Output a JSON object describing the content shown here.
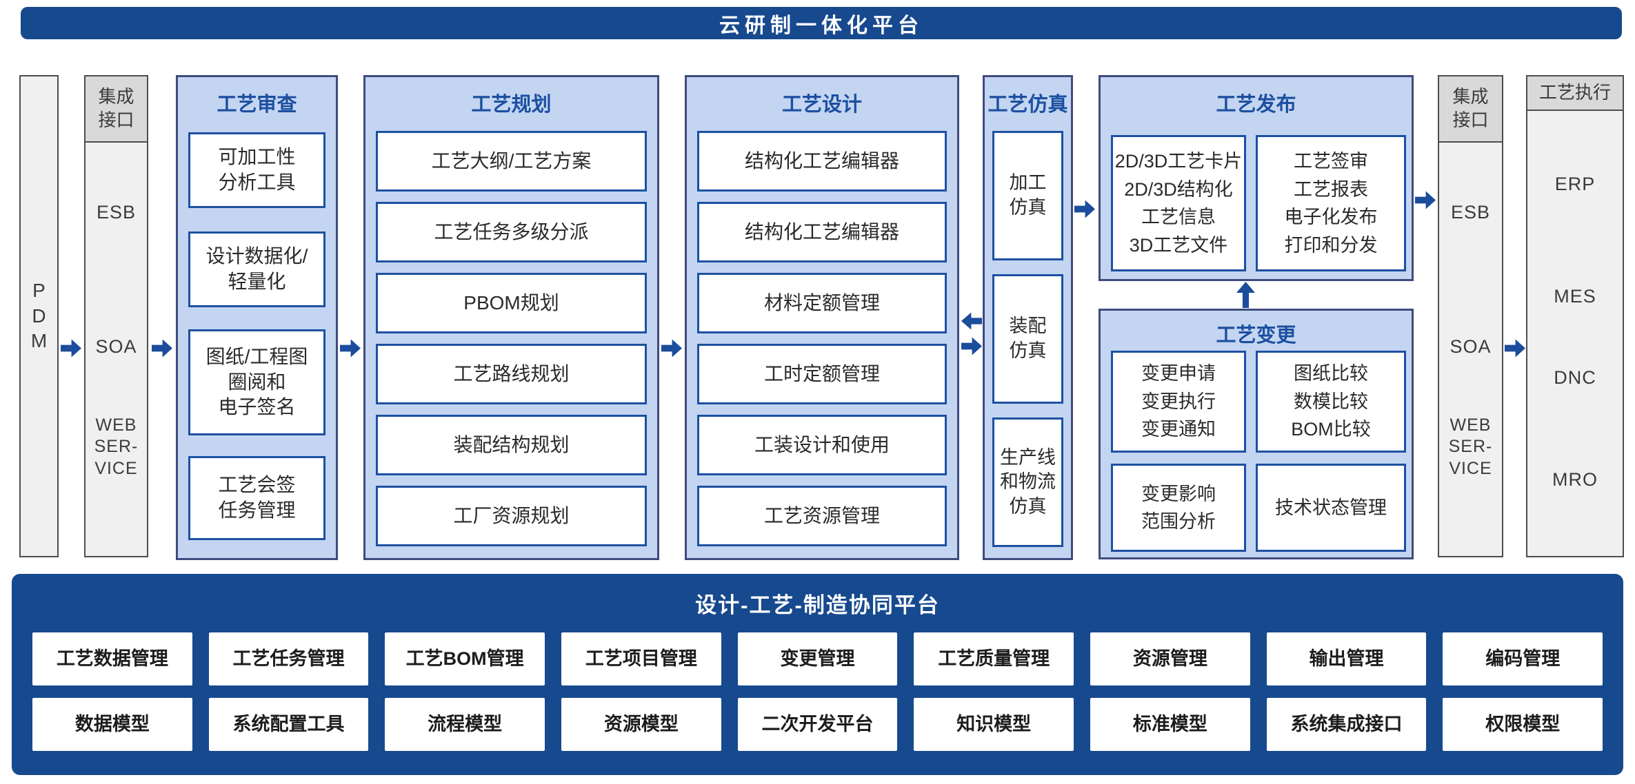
{
  "top_banner": {
    "title": "云研制一体化平台"
  },
  "pdm": {
    "label": [
      "P",
      "D",
      "M"
    ]
  },
  "integration_left": {
    "header": [
      "集成",
      "接口"
    ],
    "items": [
      "ESB",
      "SOA",
      [
        "WEB",
        "SER-",
        "VICE"
      ]
    ]
  },
  "review": {
    "header": "工艺审查",
    "boxes": [
      [
        "可加工性",
        "分析工具"
      ],
      [
        "设计数据化/",
        "轻量化"
      ],
      [
        "图纸/工程图",
        "圈阅和",
        "电子签名"
      ],
      [
        "工艺会签",
        "任务管理"
      ]
    ]
  },
  "planning": {
    "header": "工艺规划",
    "boxes": [
      "工艺大纲/工艺方案",
      "工艺任务多级分派",
      "PBOM规划",
      "工艺路线规划",
      "装配结构规划",
      "工厂资源规划"
    ]
  },
  "design": {
    "header": "工艺设计",
    "boxes": [
      "结构化工艺编辑器",
      "结构化工艺编辑器",
      "材料定额管理",
      "工时定额管理",
      "工装设计和使用",
      "工艺资源管理"
    ]
  },
  "simulation": {
    "header": "工艺仿真",
    "boxes": [
      [
        "加工",
        "仿真"
      ],
      [
        "装配",
        "仿真"
      ],
      [
        "生产线",
        "和物流",
        "仿真"
      ]
    ]
  },
  "publish": {
    "header": "工艺发布",
    "left_box": [
      "2D/3D工艺卡片",
      "2D/3D结构化",
      "工艺信息",
      "3D工艺文件"
    ],
    "right_box": [
      "工艺签审",
      "工艺报表",
      "电子化发布",
      "打印和分发"
    ]
  },
  "change": {
    "header": "工艺变更",
    "top_left": [
      "变更申请",
      "变更执行",
      "变更通知"
    ],
    "top_right": [
      "图纸比较",
      "数模比较",
      "BOM比较"
    ],
    "bottom_left": [
      "变更影响",
      "范围分析"
    ],
    "bottom_right": [
      "技术状态管理"
    ]
  },
  "integration_right": {
    "header": [
      "集成",
      "接口"
    ],
    "items": [
      "ESB",
      "SOA",
      [
        "WEB",
        "SER-",
        "VICE"
      ]
    ]
  },
  "execution": {
    "header": "工艺执行",
    "items": [
      "ERP",
      "MES",
      "DNC",
      "MRO"
    ]
  },
  "bottom_banner": {
    "title": "设计-工艺-制造协同平台",
    "row1": [
      "工艺数据管理",
      "工艺任务管理",
      "工艺BOM管理",
      "工艺项目管理",
      "变更管理",
      "工艺质量管理",
      "资源管理",
      "输出管理",
      "编码管理"
    ],
    "row2": [
      "数据模型",
      "系统配置工具",
      "流程模型",
      "资源模型",
      "二次开发平台",
      "知识模型",
      "标准模型",
      "系统集成接口",
      "权限模型"
    ]
  }
}
